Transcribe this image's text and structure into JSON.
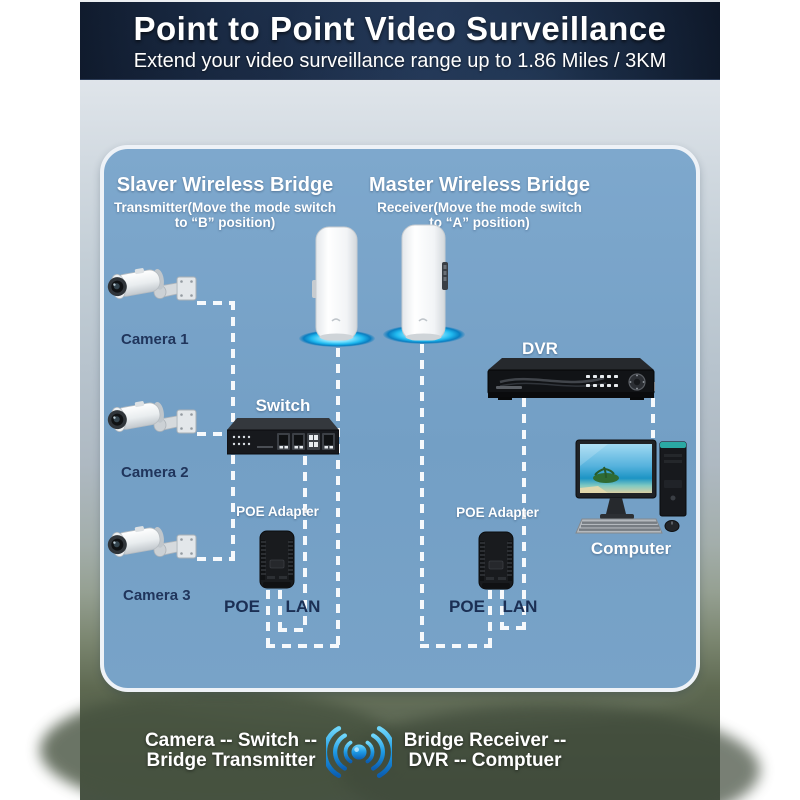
{
  "banner": {
    "title": "Point to Point Video Surveillance",
    "subtitle": "Extend your video surveillance range up to 1.86 Miles / 3KM"
  },
  "diagram": {
    "left": {
      "heading": "Slaver Wireless Bridge",
      "sub_line1": "Transmitter(Move the mode switch",
      "sub_line2": "to “B” position)",
      "cameras": [
        "Camera 1",
        "Camera 2",
        "Camera 3"
      ],
      "switch_label": "Switch",
      "poe_adapter_label": "POE Adapter",
      "poe_port_label": "POE",
      "lan_port_label": "LAN"
    },
    "right": {
      "heading": "Master Wireless Bridge",
      "sub_line1": "Receiver(Move the mode switch",
      "sub_line2": "to “A” position)",
      "dvr_label": "DVR",
      "computer_label": "Computer",
      "poe_adapter_label": "POE Adapter",
      "poe_port_label": "POE",
      "lan_port_label": "LAN"
    }
  },
  "footer": {
    "left_line1": "Camera -- Switch --",
    "left_line2": "Bridge Transmitter",
    "right_line1": "Bridge Receiver --",
    "right_line2": "DVR -- Comptuer"
  },
  "colors": {
    "banner_bg": "#15223a",
    "box_fill": "#76a1c6",
    "box_border": "#eef2f7",
    "dash_line": "#f6f9fc",
    "dark_label": "#20355c",
    "glow_blue": "#1fb9ef",
    "wifi_blue": "#1286d8"
  }
}
